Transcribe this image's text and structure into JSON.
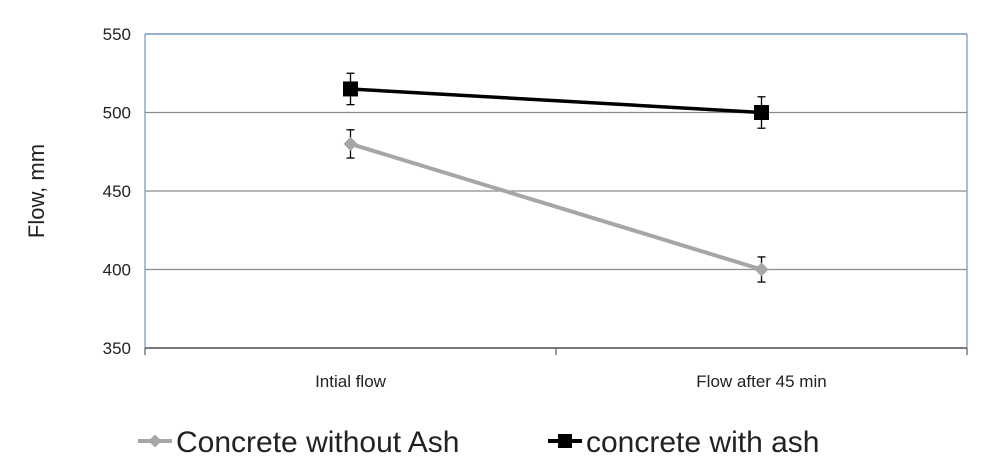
{
  "chart_data": {
    "type": "line",
    "title": "",
    "xlabel": "",
    "ylabel": "Flow, mm",
    "ylim": [
      350,
      550
    ],
    "yticks": [
      350,
      400,
      450,
      500,
      550
    ],
    "categories": [
      "Intial flow",
      "Flow after 45 min"
    ],
    "grid": true,
    "legend": "bottom",
    "series": [
      {
        "name": "Concrete without Ash",
        "values": [
          480,
          400
        ],
        "errors": [
          9,
          8
        ],
        "marker": "diamond",
        "color": "#a6a6a6"
      },
      {
        "name": "concrete with ash",
        "values": [
          515,
          500
        ],
        "errors": [
          10,
          10
        ],
        "marker": "square",
        "color": "#000000"
      }
    ]
  },
  "colors": {
    "gridline": "#8c8c8c",
    "plot_border": "#4f81bd"
  }
}
